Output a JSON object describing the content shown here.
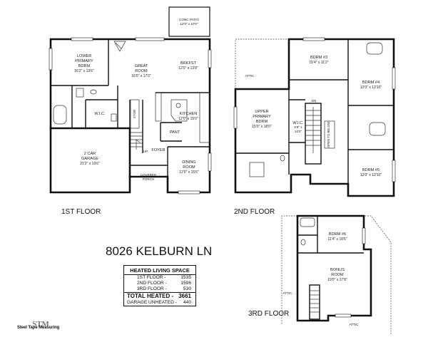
{
  "address": "8026 KELBURN LN",
  "floors": {
    "first": {
      "label": "1ST FLOOR",
      "rooms": {
        "conc_patio": {
          "name": "CONC PATIO",
          "dim": "12'0\" x 10'0\""
        },
        "lower_primary_bdrm": {
          "name1": "LOWER",
          "name2": "PRIMARY",
          "name3": "BDRM",
          "dim": "16'2\" x 13'6\""
        },
        "great_room": {
          "name1": "GREAT",
          "name2": "ROOM",
          "dim": "16'0\" x 17'0\""
        },
        "brkfst": {
          "name": "BRKFST",
          "dim": "12'0\" x 13'8\""
        },
        "wic": {
          "name": "W.I.C."
        },
        "stor": {
          "name": "STOR"
        },
        "kitchen": {
          "name": "KITCHEN",
          "dim": "12'0\" x 15'0\""
        },
        "pant": {
          "name": "PANT"
        },
        "garage": {
          "name1": "2 CAR",
          "name2": "GARAGE",
          "dim": "21'2\" x 19'6\""
        },
        "up": {
          "name": "UP"
        },
        "foyer": {
          "name": "FOYER"
        },
        "dining_room": {
          "name1": "DINING",
          "name2": "ROOM",
          "dim": "12'0\" x 15'6\""
        },
        "covered_porch": {
          "name1": "COVERED",
          "name2": "PORCH"
        }
      }
    },
    "second": {
      "label": "2ND FLOOR",
      "rooms": {
        "attic": {
          "name": "ATTIC"
        },
        "bdrm3": {
          "name": "BDRM #3",
          "dim": "15'4\" x 11'2\""
        },
        "bdrm4": {
          "name": "BDRM #4",
          "dim": "12'0\" x 13'10\""
        },
        "upper_primary_bdrm": {
          "name1": "UPPER",
          "name2": "PRIMARY",
          "name3": "BDRM",
          "dim": "15'0\" x 18'0\""
        },
        "dn": {
          "name": "DN"
        },
        "wic": {
          "name": "W.I.C.",
          "dim1": "5'8\" x",
          "dim2": "10'2\""
        },
        "open_to_below": {
          "name": "OPEN TO BELOW"
        },
        "bdrm5": {
          "name": "BDRM #5",
          "dim": "12'0\" x 13'10\""
        }
      }
    },
    "third": {
      "label": "3RD FLOOR",
      "rooms": {
        "bdrm6": {
          "name": "BDRM #6",
          "dim": "11'4\" x 10'6\""
        },
        "bonus_room": {
          "name1": "BONUS",
          "name2": "ROOM",
          "dim": "19'0\" x 17'8\""
        },
        "attic_left": {
          "name": "ATTIC"
        },
        "attic_bottom": {
          "name": "ATTIC"
        }
      }
    }
  },
  "heated_living_space": {
    "title": "HEATED LIVING SPACE",
    "rows": [
      {
        "label": "1ST FLOOR -",
        "value": "1535"
      },
      {
        "label": "2ND FLOOR -",
        "value": "1596"
      },
      {
        "label": "3RD FLOOR -",
        "value": "530"
      }
    ],
    "total_label": "TOTAL HEATED -",
    "total_value": "3661",
    "garage_label": "GARAGE UNHEATED -",
    "garage_value": "440"
  },
  "logo": {
    "text": "Steel Tape Measuring",
    "mark": "STM"
  }
}
